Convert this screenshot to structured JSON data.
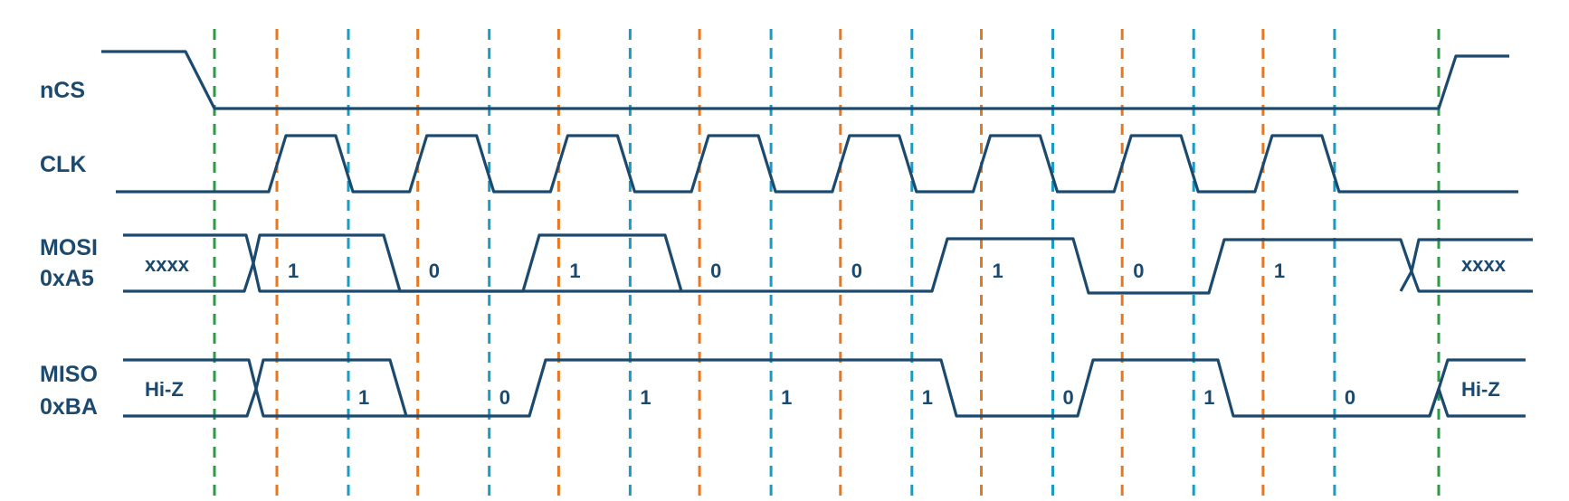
{
  "colors": {
    "signal": "#1c4a6e",
    "cs_guide": "#2e9a45",
    "sample_edge": "#e87722",
    "shift_edge": "#1b9bc4"
  },
  "labels": {
    "ncs": "nCS",
    "clk": "CLK",
    "mosi_name": "MOSI",
    "mosi_value": "0xA5",
    "miso_name": "MISO",
    "miso_value": "0xBA",
    "mosi_idle": "xxxx",
    "miso_idle": "Hi-Z"
  },
  "mosi_bits": [
    "1",
    "0",
    "1",
    "0",
    "0",
    "1",
    "0",
    "1"
  ],
  "miso_bits": [
    "1",
    "0",
    "1",
    "1",
    "1",
    "0",
    "1",
    "0"
  ]
}
